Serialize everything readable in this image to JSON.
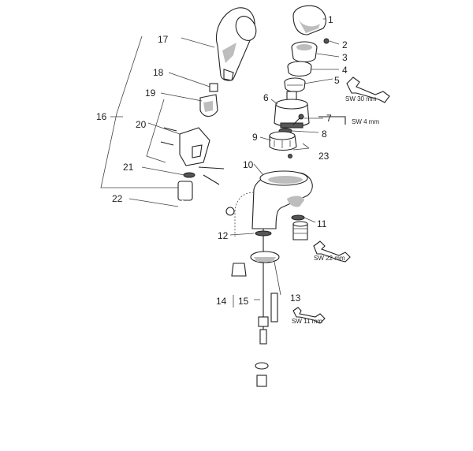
{
  "callouts": [
    "1",
    "2",
    "3",
    "4",
    "5",
    "6",
    "7",
    "8",
    "9",
    "10",
    "11",
    "12",
    "13",
    "14",
    "15",
    "16",
    "17",
    "18",
    "19",
    "20",
    "21",
    "22",
    "23"
  ],
  "tools": {
    "wrench_30": "SW 30 mm",
    "hex_key_4": "SW 4 mm",
    "wrench_22": "SW 22 mm",
    "wrench_11": "SW 11 mm"
  },
  "colors": {
    "line": "#222222",
    "shade": "#bdbdbd",
    "background": "#ffffff"
  }
}
